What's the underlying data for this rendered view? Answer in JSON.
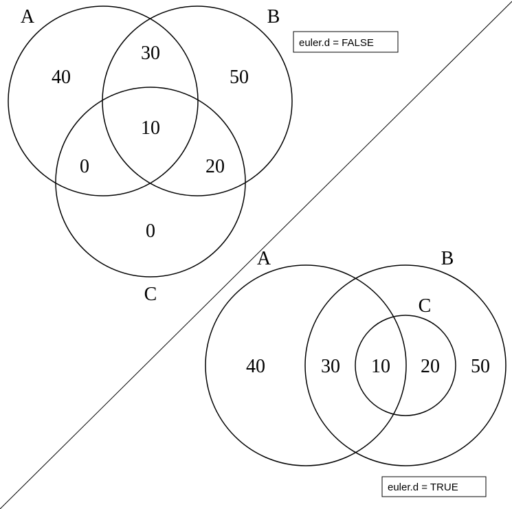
{
  "top_diagram": {
    "caption": "euler.d = FALSE",
    "set_labels": {
      "a": "A",
      "b": "B",
      "c": "C"
    },
    "regions": {
      "a_only": "40",
      "ab": "30",
      "b_only": "50",
      "abc": "10",
      "ac": "0",
      "bc": "20",
      "c_only": "0"
    }
  },
  "bottom_diagram": {
    "caption": "euler.d = TRUE",
    "set_labels": {
      "a": "A",
      "b": "B",
      "c": "C"
    },
    "regions": {
      "a_only": "40",
      "ab": "30",
      "abc": "10",
      "bc": "20",
      "b_only": "50"
    }
  }
}
